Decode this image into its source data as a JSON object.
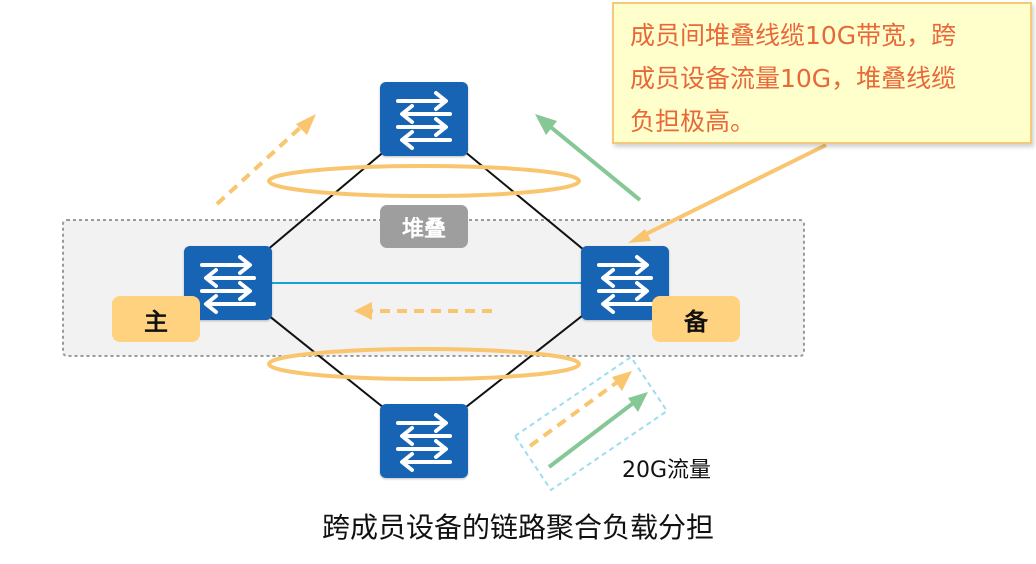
{
  "callout": {
    "lines": [
      "成员间堆叠线缆10G带宽，跨",
      "成员设备流量10G，堆叠线缆",
      "负担极高。"
    ]
  },
  "labels": {
    "stack": "堆叠",
    "master": "主",
    "standby": "备",
    "traffic": "20G流量",
    "caption": "跨成员设备的链路聚合负载分担"
  },
  "colors": {
    "switch_blue": "#1764b4",
    "stack_link": "#1aa0d8",
    "ring_orange": "#f9c56f",
    "arrow_orange": "#f9c56f",
    "arrow_green": "#86c796",
    "stack_box": "#f2f2f2",
    "tag_fill": "#ffd27f",
    "callout_text": "#e8683a"
  },
  "icons": {
    "switch": "switch-arrows-icon"
  }
}
